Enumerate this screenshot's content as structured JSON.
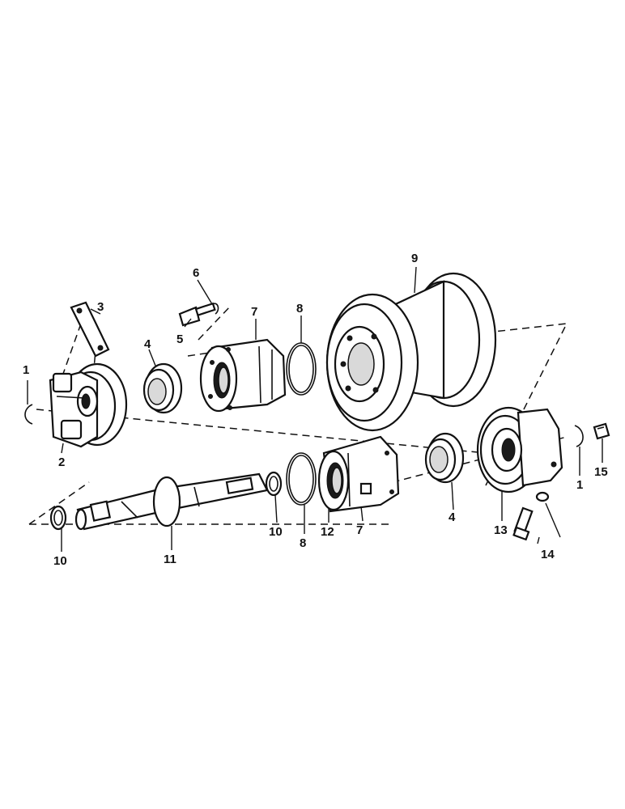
{
  "labels": [
    {
      "id": "l1a",
      "text": "1"
    },
    {
      "id": "l2",
      "text": "2"
    },
    {
      "id": "l3",
      "text": "3"
    },
    {
      "id": "l4a",
      "text": "4"
    },
    {
      "id": "l5",
      "text": "5"
    },
    {
      "id": "l6",
      "text": "6"
    },
    {
      "id": "l7a",
      "text": "7"
    },
    {
      "id": "l8a",
      "text": "8"
    },
    {
      "id": "l9",
      "text": "9"
    },
    {
      "id": "l10a",
      "text": "10"
    },
    {
      "id": "l11",
      "text": "11"
    },
    {
      "id": "l10b",
      "text": "10"
    },
    {
      "id": "l8b",
      "text": "8"
    },
    {
      "id": "l12",
      "text": "12"
    },
    {
      "id": "l7b",
      "text": "7"
    },
    {
      "id": "l4b",
      "text": "4"
    },
    {
      "id": "l13",
      "text": "13"
    },
    {
      "id": "l1b",
      "text": "1"
    },
    {
      "id": "l15",
      "text": "15"
    },
    {
      "id": "l14",
      "text": "14"
    }
  ]
}
